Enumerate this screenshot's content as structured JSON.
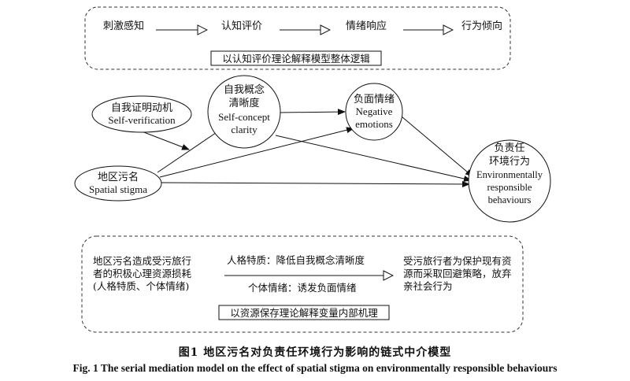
{
  "top_panel": {
    "flow": [
      "刺激感知",
      "认知评价",
      "情绪响应",
      "行为倾向"
    ],
    "label": "以认知评价理论解释模型整体逻辑"
  },
  "nodes": {
    "self_verification": {
      "cn": "自我证明动机",
      "en": "Self-verification"
    },
    "spatial_stigma": {
      "cn": "地区污名",
      "en": "Spatial stigma"
    },
    "self_concept": {
      "cn": "自我概念清晰度",
      "cn_line1": "自我概念",
      "cn_line2": "清晰度",
      "en_line1": "Self-concept",
      "en_line2": "clarity"
    },
    "negative_emotions": {
      "cn": "负面情绪",
      "en_line1": "Negative",
      "en_line2": "emotions"
    },
    "responsible": {
      "cn_line1": "负责任",
      "cn_line2": "环境行为",
      "en_line1": "Environmentally",
      "en_line2": "responsible",
      "en_line3": "behaviours"
    }
  },
  "bottom_panel": {
    "left": [
      "地区污名造成受污旅行",
      "者的积极心理资源损耗",
      "(人格特质、个体情绪)"
    ],
    "middle_top": "人格特质：降低自我概念清晰度",
    "middle_bottom": "个体情绪：诱发负面情绪",
    "right": [
      "受污旅行者为保护现有资",
      "源而采取回避策略，放弃",
      "亲社会行为"
    ],
    "label": "以资源保存理论解释变量内部机理"
  },
  "caption": {
    "cn": "图1   地区污名对负责任环境行为影响的链式中介模型",
    "en": "Fig. 1   The serial mediation model on the effect of spatial stigma on environmentally responsible behaviours"
  }
}
